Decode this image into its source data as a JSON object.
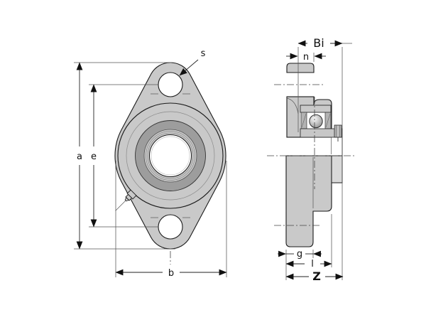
{
  "drawing": {
    "kind": "technical-drawing",
    "subject": "two-bolt-flange-bearing-unit",
    "views": [
      "front-view",
      "side-section-view"
    ]
  },
  "labels": {
    "s": "s",
    "a": "a",
    "e": "e",
    "b": "b",
    "Bi": "Bi",
    "n": "n",
    "g": "g",
    "l": "l",
    "Z": "Z"
  },
  "colors": {
    "background": "#ffffff",
    "body_fill": "#c9c9c9",
    "hub_fill": "#d9d9d9",
    "seal_ring_dark": "#9d9d9d",
    "line": "#1a1a1a"
  }
}
